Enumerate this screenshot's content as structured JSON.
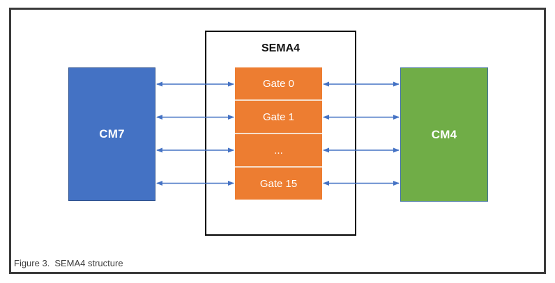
{
  "diagram": {
    "cm7": {
      "label": "CM7",
      "fill": "#4472C4",
      "border": "#2F528F"
    },
    "cm4": {
      "label": "CM4",
      "fill": "#70AD47",
      "border": "#41719C"
    },
    "sema4": {
      "title": "SEMA4",
      "gates": [
        "Gate 0",
        "Gate 1",
        "...",
        "Gate 15"
      ],
      "gate_fill": "#ED7D31"
    },
    "arrow_color": "#4472C4",
    "frame_border_color": "#3A3A3A",
    "caption": {
      "figure_label": "Figure 3.",
      "text": "SEMA4 structure"
    }
  }
}
